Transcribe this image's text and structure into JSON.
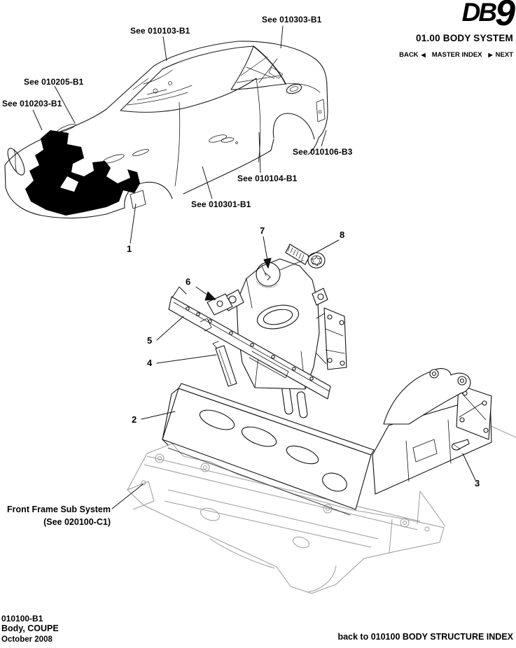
{
  "header": {
    "logo_db": "DB",
    "logo_9": "9",
    "title": "01.00 BODY SYSTEM",
    "nav": {
      "back": "BACK",
      "back_arrow": "◀",
      "master_index": "MASTER INDEX",
      "next_arrow": "▶",
      "next": "NEXT"
    }
  },
  "body_callouts": [
    {
      "text": "See 010103-B1"
    },
    {
      "text": "See 010303-B1"
    },
    {
      "text": "See 010205-B1"
    },
    {
      "text": "See 010203-B1"
    },
    {
      "text": "See 010106-B3"
    },
    {
      "text": "See 010104-B1"
    },
    {
      "text": "See 010301-B1"
    }
  ],
  "part_numbers": [
    {
      "text": "1"
    },
    {
      "text": "2"
    },
    {
      "text": "3"
    },
    {
      "text": "4"
    },
    {
      "text": "5"
    },
    {
      "text": "6"
    },
    {
      "text": "7"
    },
    {
      "text": "8"
    }
  ],
  "front_frame": {
    "line1": "Front Frame Sub System",
    "line2": "(See 020100-C1)"
  },
  "footer": {
    "doc_number": "010100-B1",
    "doc_title": "Body, COUPE",
    "date": "October 2008",
    "back_link": "back to 010100 BODY STRUCTURE INDEX"
  },
  "colors": {
    "ink": "#000000",
    "paper": "#ffffff",
    "subframe_gray": "#9a9a9a"
  }
}
